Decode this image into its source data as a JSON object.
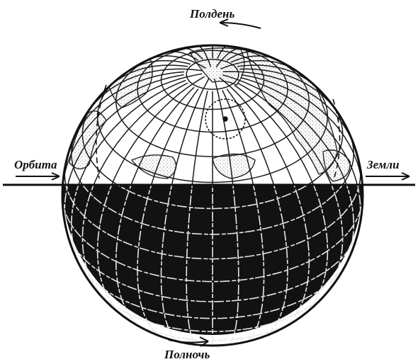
{
  "labels": {
    "noon": "Полдень",
    "midnight": "Полночь",
    "orbit_left": "Орбита",
    "orbit_right": "Земли"
  },
  "colors": {
    "ink": "#111111",
    "night": "#121212",
    "night_grid": "#e8e8e8",
    "land_stipple": "#555555",
    "paper": "#ffffff"
  },
  "icons": {
    "noon_arrow": "arrow-left-icon",
    "midnight_arrow": "arrow-right-icon",
    "orbit_arrows": "arrow-right-icon"
  }
}
